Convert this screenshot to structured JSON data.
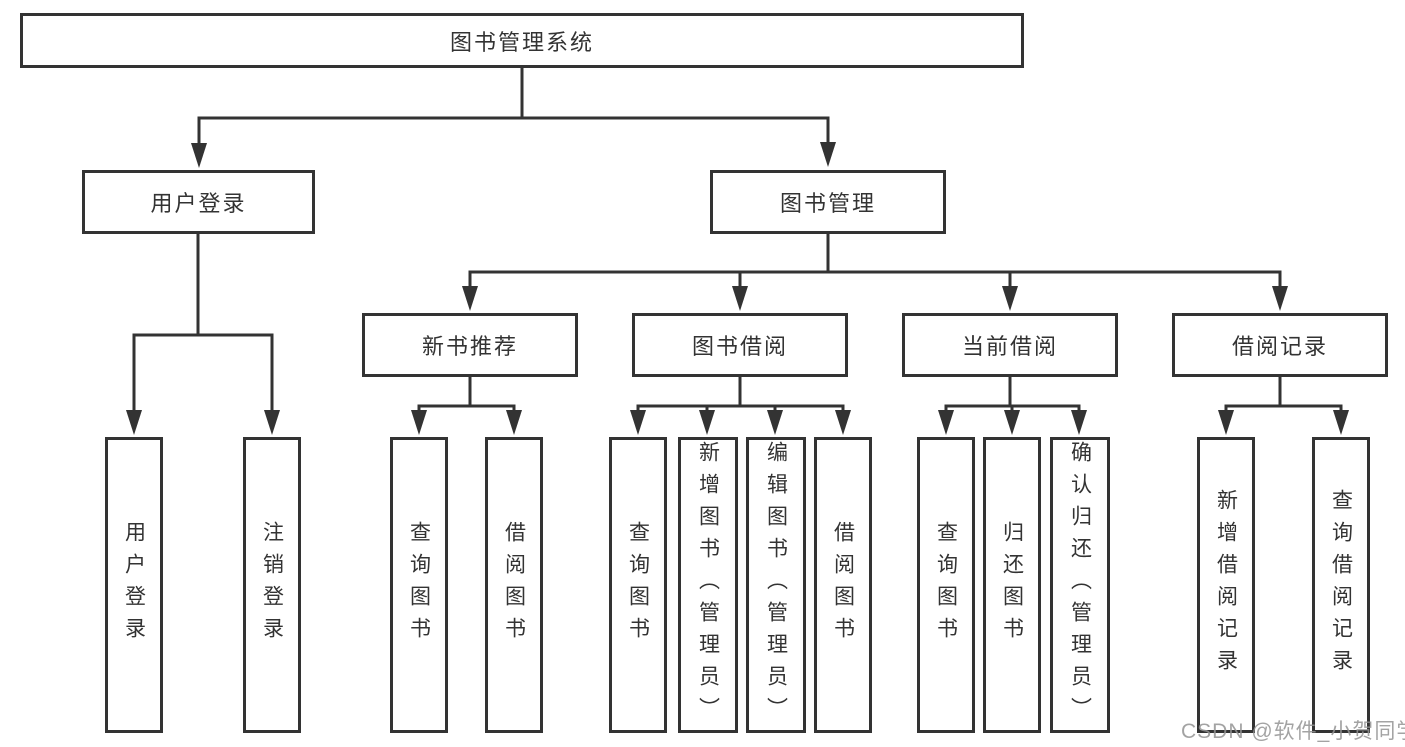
{
  "colors": {
    "line": "#333333",
    "box_border": "#333333",
    "text": "#333333",
    "watermark": "#949494",
    "background": "#ffffff"
  },
  "watermark": {
    "text": "CSDN @软件_小贺同学"
  },
  "tree": {
    "root": {
      "label": "图书管理系统"
    },
    "children": [
      {
        "label": "用户登录",
        "children": [
          "用户登录",
          "注销登录"
        ]
      },
      {
        "label": "图书管理",
        "children": [
          {
            "label": "新书推荐",
            "children": [
              "查询图书",
              "借阅图书"
            ]
          },
          {
            "label": "图书借阅",
            "children": [
              "查询图书",
              "新增图书（管理员）",
              "编辑图书（管理员）",
              "借阅图书"
            ]
          },
          {
            "label": "当前借阅",
            "children": [
              "查询图书",
              "归还图书",
              "确认归还（管理员）"
            ]
          },
          {
            "label": "借阅记录",
            "children": [
              "新增借阅记录",
              "查询借阅记录"
            ]
          }
        ]
      }
    ]
  }
}
